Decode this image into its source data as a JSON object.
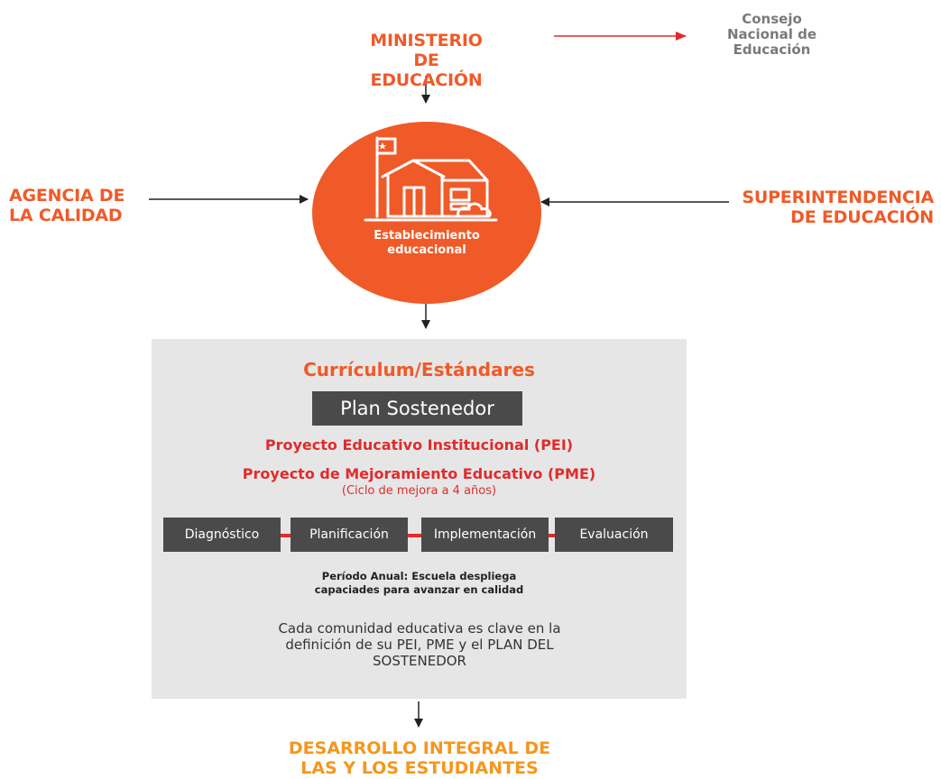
{
  "nodes": {
    "ministerio": [
      "MINISTERIO",
      "DE EDUCACIÓN"
    ],
    "consejo": [
      "Consejo",
      "Nacional de",
      "Educación"
    ],
    "agencia": [
      "AGENCIA DE",
      "LA CALIDAD"
    ],
    "superintendencia": [
      "SUPERINTENDENCIA",
      "DE EDUCACIÓN"
    ],
    "establecimiento": [
      "Establecimiento",
      "educacional"
    ],
    "desarrollo": [
      "DESARROLLO INTEGRAL DE",
      "LAS Y LOS ESTUDIANTES"
    ]
  },
  "box": {
    "title": "Currículum/Estándares",
    "plan": "Plan Sostenedor",
    "pei": "Proyecto Educativo Institucional (PEI)",
    "pme": "Proyecto de Mejoramiento Educativo (PME)",
    "pme_sub": "(Ciclo de mejora a 4 años)",
    "steps": [
      "Diagnóstico",
      "Planificación",
      "Implementación",
      "Evaluación"
    ],
    "periodo": [
      "Período Anual: Escuela despliega",
      "capaciades para avanzar en calidad"
    ],
    "cada": [
      "Cada comunidad educativa es clave en la",
      "definición de su PEI, PME y el PLAN DEL",
      "SOSTENEDOR"
    ]
  },
  "colors": {
    "orange": "#f05a28",
    "red": "#e12b2b",
    "dark": "#4a4a4a",
    "gray_box": "#e6e6e7",
    "yellow_orange": "#f5961d"
  }
}
